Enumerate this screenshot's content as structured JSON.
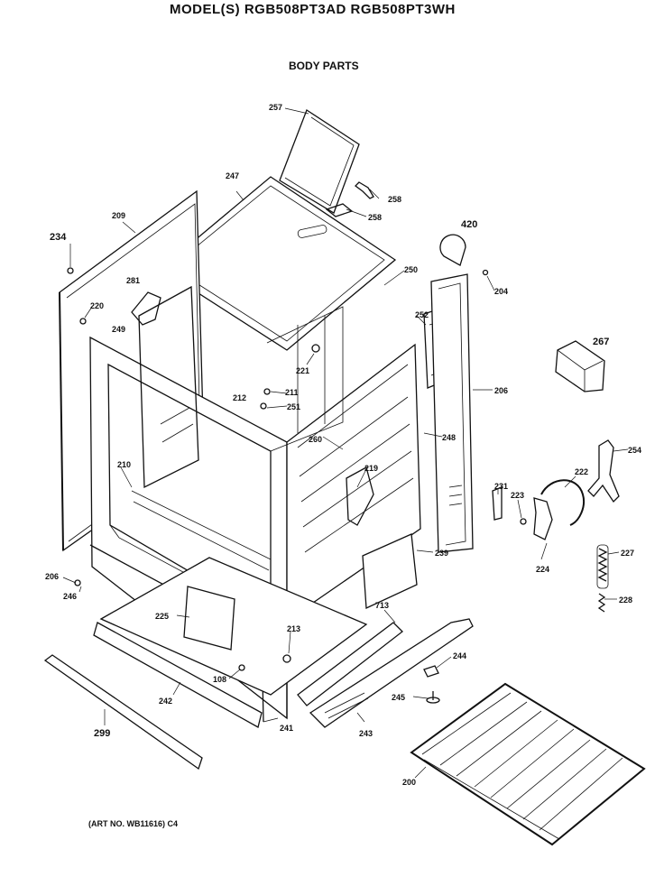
{
  "header": {
    "title": "MODEL(S) RGB508PT3AD  RGB508PT3WH",
    "subtitle": "BODY PARTS"
  },
  "footer": {
    "art_no": "(ART NO. WB11616) C4"
  },
  "part_labels": {
    "p257": "257",
    "p247": "247",
    "p258a": "258",
    "p258b": "258",
    "p209": "209",
    "p234": "234",
    "p420": "420",
    "p204": "204",
    "p220": "220",
    "p281": "281",
    "p250": "250",
    "p252": "252",
    "p249": "249",
    "p221": "221",
    "p267": "267",
    "p211": "211",
    "p212": "212",
    "p251": "251",
    "p206a": "206",
    "p248": "248",
    "p260": "260",
    "p254": "254",
    "p210": "210",
    "p219": "219",
    "p231": "231",
    "p222": "222",
    "p223": "223",
    "p239": "239",
    "p224": "224",
    "p227": "227",
    "p206b": "206",
    "p246": "246",
    "p713": "713",
    "p228": "228",
    "p225": "225",
    "p213": "213",
    "p244": "244",
    "p108": "108",
    "p245": "245",
    "p242": "242",
    "p241": "241",
    "p243": "243",
    "p299": "299",
    "p200": "200"
  }
}
